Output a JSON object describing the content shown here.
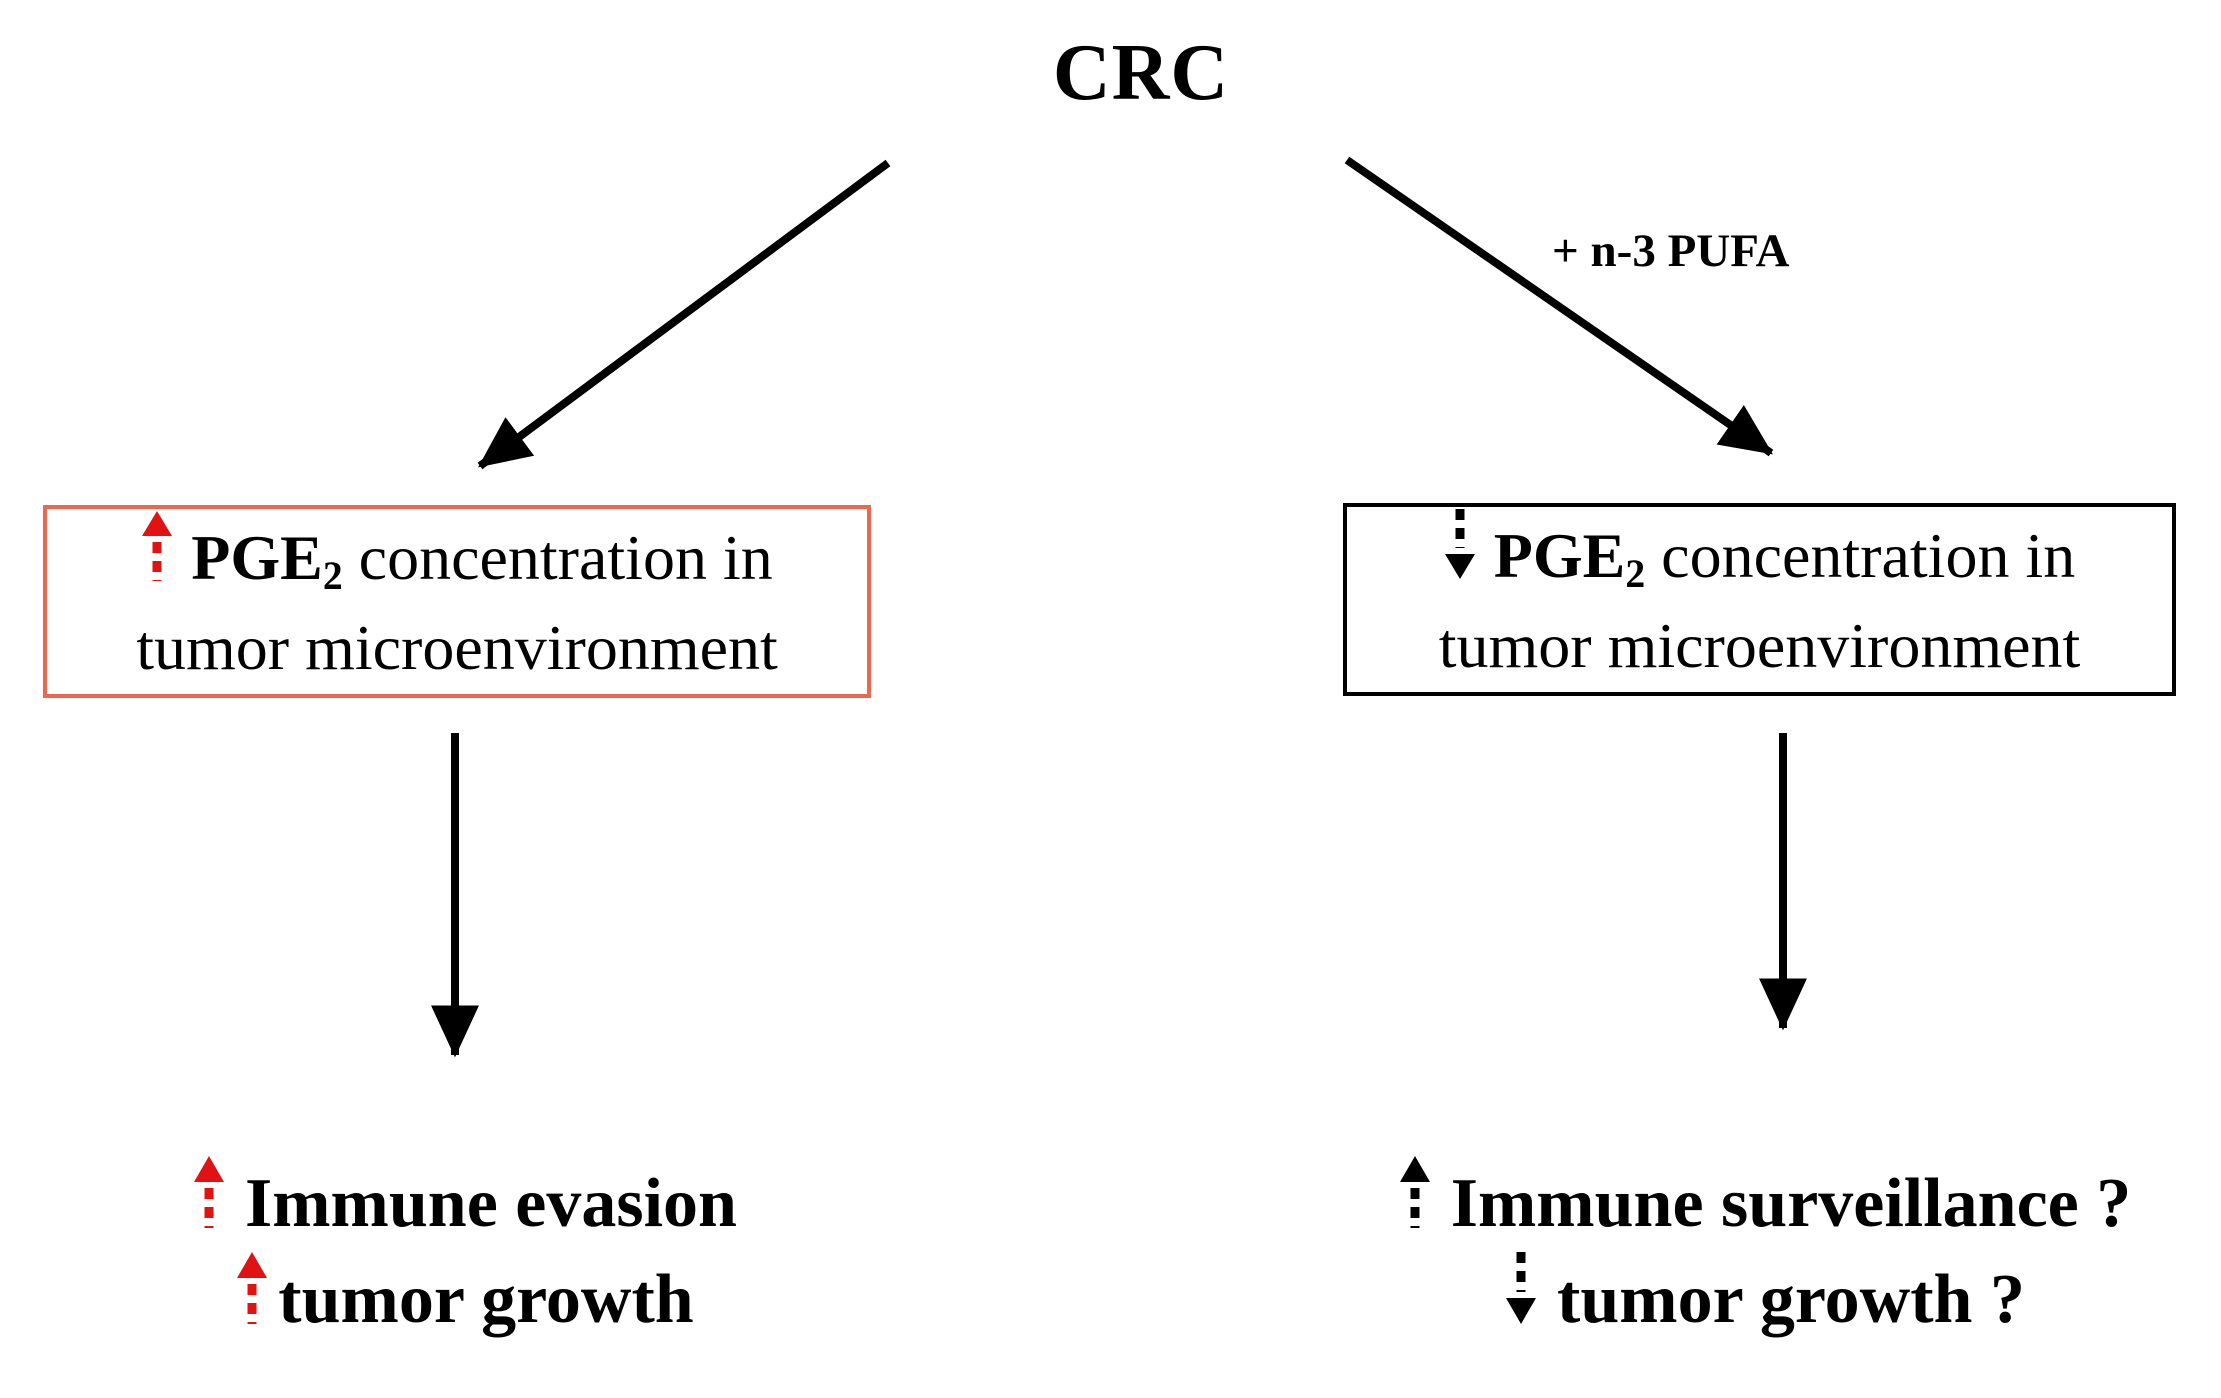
{
  "title": "CRC",
  "treatment_label": "+ n-3 PUFA",
  "boxes": {
    "left": {
      "icon": "red-dashed-up-arrow",
      "direction": "increase",
      "molecule": "PGE",
      "molecule_sub": "2",
      "line1_rest": "concentration in",
      "line2": "tumor microenvironment"
    },
    "right": {
      "icon": "black-dashed-down-arrow",
      "direction": "decrease",
      "molecule": "PGE",
      "molecule_sub": "2",
      "line1_rest": "concentration in",
      "line2": "tumor microenvironment"
    }
  },
  "outcomes": {
    "left": {
      "line1_icon": "red-dashed-up-arrow",
      "line1": "Immune evasion",
      "line2_icon": "red-dashed-up-arrow",
      "line2": "tumor growth"
    },
    "right": {
      "line1_icon": "black-dashed-up-arrow",
      "line1": "Immune surveillance ?",
      "line2_icon": "black-dashed-down-arrow",
      "line2": "tumor growth ?"
    }
  },
  "connectors": [
    "crc-to-left-box",
    "crc-to-right-box",
    "left-box-to-left-outcome",
    "right-box-to-right-outcome"
  ],
  "colors": {
    "red_arrow": "#e01212",
    "left_box_border": "#e8694f",
    "right_box_border": "#000000",
    "connector": "#000000",
    "text": "#000000",
    "background": "#ffffff"
  }
}
